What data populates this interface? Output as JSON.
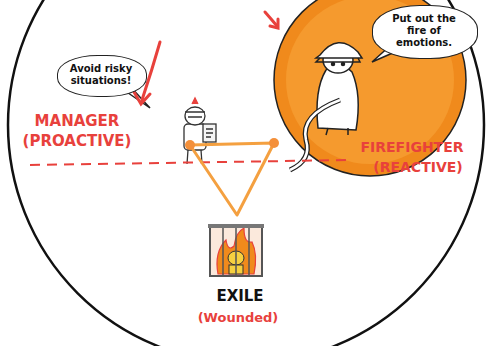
{
  "diagram": {
    "nodes": [
      {
        "text": [
          "Avoid risky situations!"
        ]
      },
      {
        "text": [
          "Put out the fire of emotions."
        ]
      }
    ],
    "labels": [
      "MANAGER",
      "(PROACTIVE)",
      "FIREFIGHTER",
      "(REACTIVE)",
      "EXILE",
      "(Wounded)"
    ]
  }
}
